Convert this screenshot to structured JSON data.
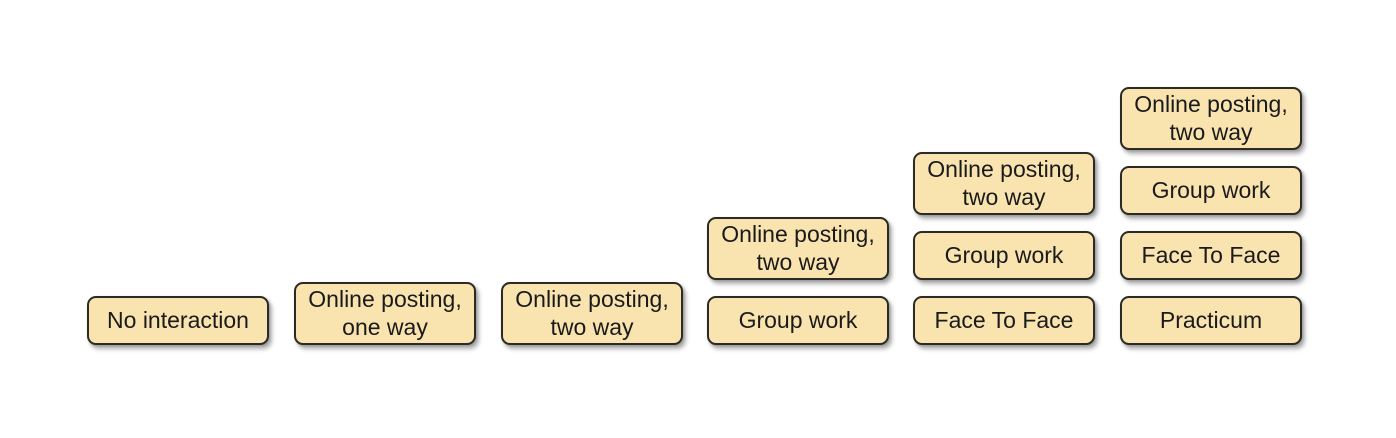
{
  "style": {
    "box_fill": "#f9e4b0",
    "box_border": "#2d2a24",
    "text_color": "#1a1a1a",
    "background": "#ffffff"
  },
  "diagram": {
    "columns": [
      {
        "boxes": [
          {
            "lines": [
              "No interaction"
            ]
          }
        ]
      },
      {
        "boxes": [
          {
            "lines": [
              "Online posting,",
              "one way"
            ]
          }
        ]
      },
      {
        "boxes": [
          {
            "lines": [
              "Online posting,",
              "two way"
            ]
          }
        ]
      },
      {
        "boxes": [
          {
            "lines": [
              "Online posting,",
              "two way"
            ]
          },
          {
            "lines": [
              "Group work"
            ]
          }
        ]
      },
      {
        "boxes": [
          {
            "lines": [
              "Online posting,",
              "two way"
            ]
          },
          {
            "lines": [
              "Group work"
            ]
          },
          {
            "lines": [
              "Face To Face"
            ]
          }
        ]
      },
      {
        "boxes": [
          {
            "lines": [
              "Online posting,",
              "two way"
            ]
          },
          {
            "lines": [
              "Group work"
            ]
          },
          {
            "lines": [
              "Face To Face"
            ]
          },
          {
            "lines": [
              "Practicum"
            ]
          }
        ]
      }
    ]
  }
}
